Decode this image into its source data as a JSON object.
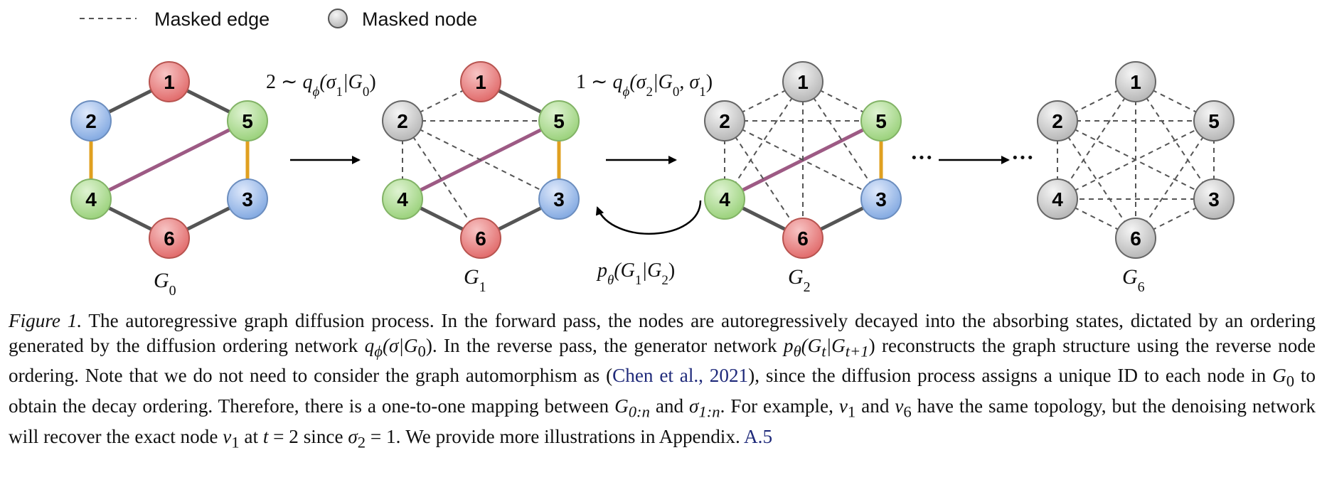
{
  "legend": {
    "masked_edge": "Masked edge",
    "masked_node": "Masked node"
  },
  "colors": {
    "red": "#e06666",
    "blue": "#7ea6e0",
    "green": "#97d077",
    "gray": "#bdbdbd",
    "edge_dark": "#555555",
    "edge_purple": "#9d5a84",
    "edge_orange": "#e0a020"
  },
  "graphs": [
    {
      "name": "G",
      "sub": "0",
      "nodes": [
        {
          "id": "1",
          "color": "red"
        },
        {
          "id": "2",
          "color": "blue"
        },
        {
          "id": "5",
          "color": "green"
        },
        {
          "id": "4",
          "color": "green"
        },
        {
          "id": "3",
          "color": "blue"
        },
        {
          "id": "6",
          "color": "red"
        }
      ]
    },
    {
      "name": "G",
      "sub": "1",
      "nodes": [
        {
          "id": "1",
          "color": "red"
        },
        {
          "id": "2",
          "color": "gray"
        },
        {
          "id": "5",
          "color": "green"
        },
        {
          "id": "4",
          "color": "green"
        },
        {
          "id": "3",
          "color": "blue"
        },
        {
          "id": "6",
          "color": "red"
        }
      ]
    },
    {
      "name": "G",
      "sub": "2",
      "nodes": [
        {
          "id": "1",
          "color": "gray"
        },
        {
          "id": "2",
          "color": "gray"
        },
        {
          "id": "5",
          "color": "green"
        },
        {
          "id": "4",
          "color": "green"
        },
        {
          "id": "3",
          "color": "blue"
        },
        {
          "id": "6",
          "color": "red"
        }
      ]
    },
    {
      "name": "G",
      "sub": "6",
      "nodes": [
        {
          "id": "1",
          "color": "gray"
        },
        {
          "id": "2",
          "color": "gray"
        },
        {
          "id": "5",
          "color": "gray"
        },
        {
          "id": "4",
          "color": "gray"
        },
        {
          "id": "3",
          "color": "gray"
        },
        {
          "id": "6",
          "color": "gray"
        }
      ]
    }
  ],
  "annotations": {
    "step1": {
      "value": "2",
      "fn": "q",
      "fn_sub": "ϕ",
      "args": "(σ",
      "args_sub": "1",
      "cond": "|G",
      "cond_sub": "0",
      "end": ")"
    },
    "step2": {
      "value": "1",
      "fn": "q",
      "fn_sub": "ϕ",
      "args": "(σ",
      "args_sub": "2",
      "cond": "|G",
      "cond_sub": "0",
      "tail": ", σ",
      "tail_sub": "1",
      "end": ")"
    },
    "reverse": {
      "fn": "p",
      "fn_sub": "θ",
      "args": "(G",
      "args_sub": "1",
      "cond": "|G",
      "cond_sub": "2",
      "end": ")"
    },
    "ellipsis": "···"
  },
  "caption": {
    "label": "Figure 1.",
    "t1": " The autoregressive graph diffusion process. In the forward pass, the nodes are autoregressively decayed into the absorbing states, dictated by an ordering generated by the diffusion ordering network ",
    "m1": "q",
    "m1_sub": "ϕ",
    "m1_rest": "(σ|G",
    "m1_rest_sub": "0",
    "m1_end": ")",
    "t2": ". In the reverse pass, the generator network ",
    "m2": "p",
    "m2_sub": "θ",
    "m2_rest": "(G",
    "m2_rest_sub": "t",
    "m2_mid": "|G",
    "m2_mid_sub": "t+1",
    "m2_end": ")",
    "t3": " reconstructs the graph structure using the reverse node ordering. Note that we do not need to consider the graph automorphism as (",
    "cite": "Chen et al., 2021",
    "t4": "), since the diffusion process assigns a unique ID to each node in ",
    "m3": "G",
    "m3_sub": "0",
    "t5": " to obtain the decay ordering. Therefore, there is a one-to-one mapping between ",
    "m4": "G",
    "m4_sub": "0:n",
    "t6": " and ",
    "m5": "σ",
    "m5_sub": "1:n",
    "t7": ". For example, ",
    "m6": "v",
    "m6_sub": "1",
    "t8": " and ",
    "m7": "v",
    "m7_sub": "6",
    "t9": " have the same topology, but the denoising network will recover the exact node ",
    "m8": "v",
    "m8_sub": "1",
    "t10": " at ",
    "m9": "t",
    "m9_rest": " = 2",
    "t11": " since ",
    "m10": "σ",
    "m10_sub": "2",
    "m10_rest": " = 1",
    "t12": ". We provide more illustrations in Appendix. ",
    "appendix": "A.5"
  }
}
